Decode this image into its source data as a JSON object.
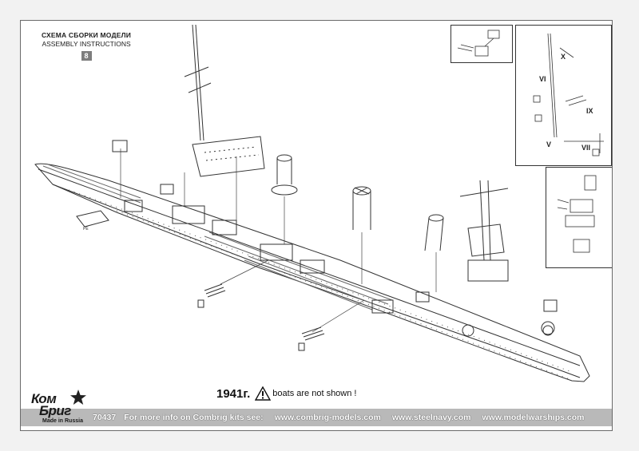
{
  "header": {
    "title_ru": "СХЕМА СБОРКИ МОДЕЛИ",
    "title_en": "ASSEMBLY INSTRUCTIONS",
    "step_number": "8"
  },
  "callouts": {
    "pe": "PE",
    "roman": [
      "X",
      "VI",
      "IX",
      "V",
      "VII"
    ]
  },
  "footnote": {
    "year": "1941г.",
    "warning": "boats are not shown !"
  },
  "footer": {
    "kit_number": "70437",
    "more_info": "For more info on Combrig kits see:",
    "urls": [
      "www.combrig-models.com",
      "www.steelnavy.com",
      "www.modelwarships.com"
    ]
  },
  "logo": {
    "line1": "Ком",
    "line2": "Бриг",
    "made_in": "Made in Russia"
  },
  "colors": {
    "line": "#333333",
    "footer_bar": "#b9b9b9",
    "step_badge": "#7d7d7d"
  }
}
